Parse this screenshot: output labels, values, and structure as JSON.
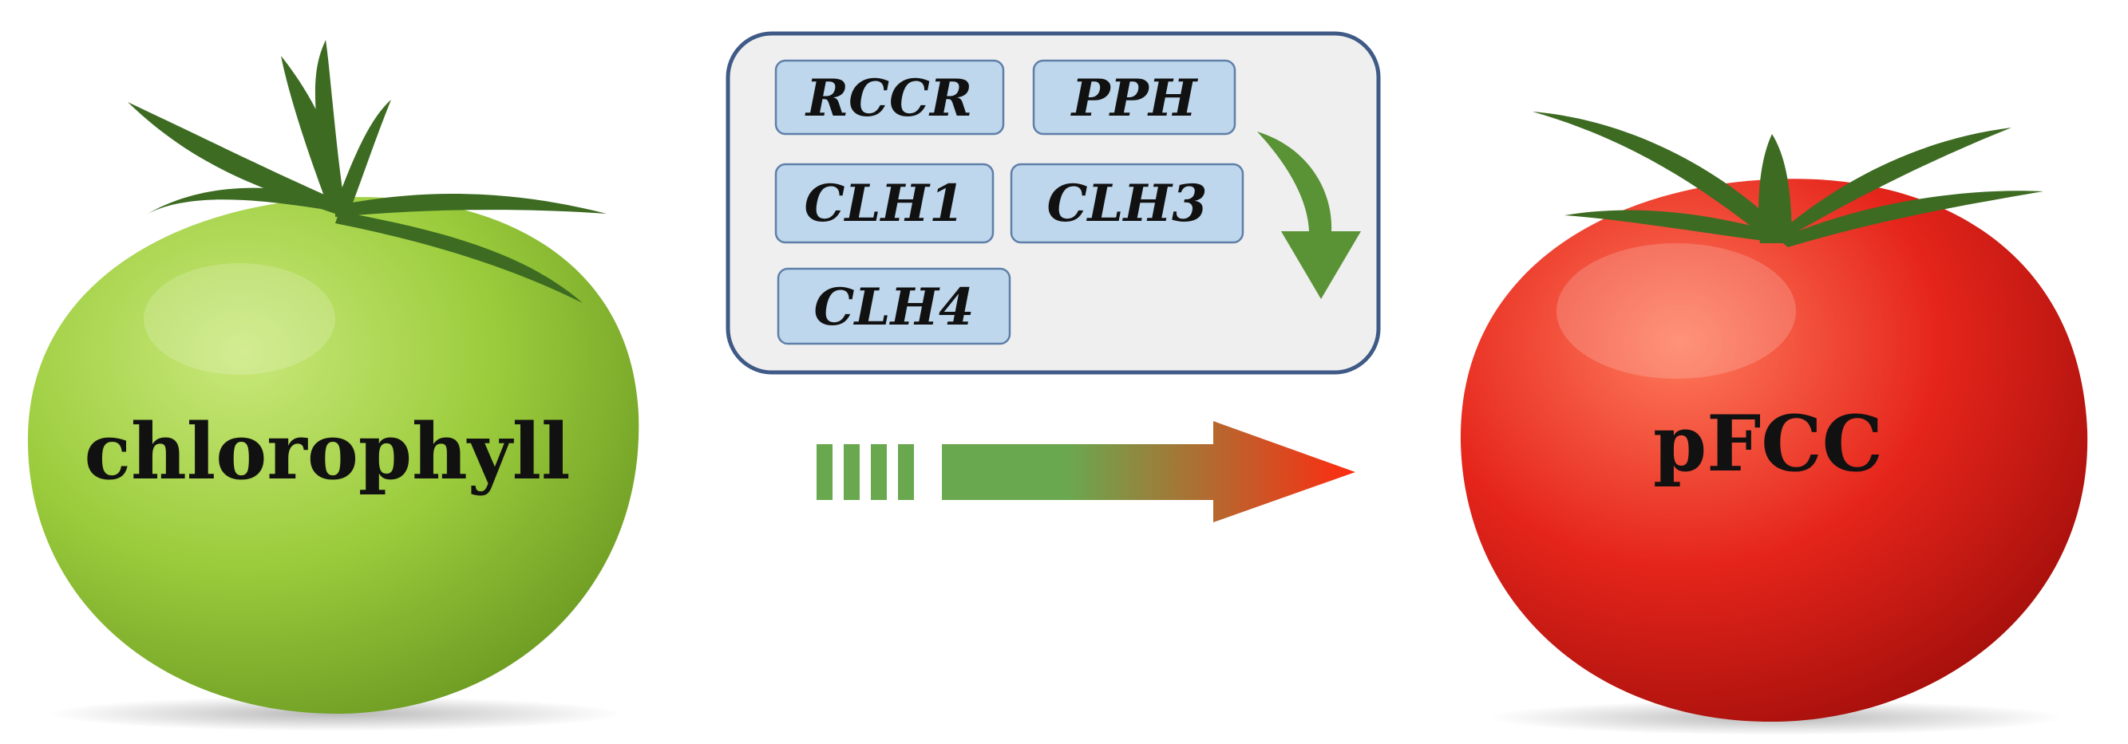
{
  "left_fruit": {
    "label": "chlorophyll",
    "colors": {
      "light": "#c9e87a",
      "mid": "#9bcc3c",
      "dark": "#6f9e24"
    }
  },
  "right_fruit": {
    "label": "pFCC",
    "colors": {
      "light": "#ff7b5c",
      "mid": "#e5251b",
      "dark": "#a8100c"
    }
  },
  "enzyme_panel": {
    "genes": [
      "RCCR",
      "PPH",
      "CLH1",
      "CLH3",
      "CLH4"
    ],
    "colors": {
      "panel_fill": "#efefef",
      "panel_border": "#3f5a86",
      "chip_fill": "#bed7ec",
      "chip_border": "#5f7fa8",
      "curved_arrow": "#5a9236"
    }
  },
  "transition_arrow": {
    "colors": {
      "start": "#6aa84f",
      "end": "#ff2a10"
    }
  },
  "stem_color": "#3d6b22"
}
